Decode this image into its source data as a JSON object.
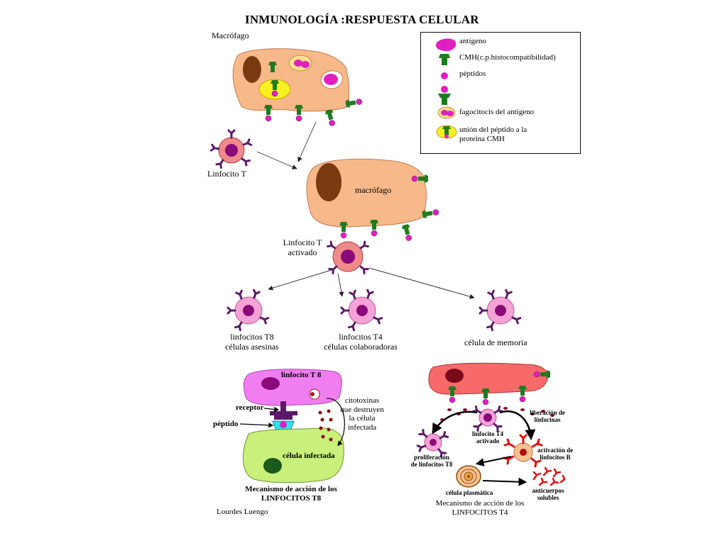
{
  "title": "INMUNOLOGÍA :RESPUESTA CELULAR",
  "labels": {
    "macrofago_top": "Macrófago",
    "linfocito_t": "Linfocito T",
    "macrofago_mid": "macrófago",
    "linfocito_t_activado_1": "Linfocito T",
    "linfocito_t_activado_2": "activado",
    "t8_1": "linfocitos T8",
    "t8_2": "células asesinas",
    "t4_1": "linfocitos T4",
    "t4_2": "células colaboradoras",
    "memoria": "célula de memoria",
    "author": "Lourdes Luengo"
  },
  "legend": [
    {
      "label": "antígeno"
    },
    {
      "label": "CMH(c.p.histocompatibilidad)"
    },
    {
      "label": "péptidos"
    },
    {
      "label": ""
    },
    {
      "label": "fagocitocis del antígeno"
    },
    {
      "label": "unión del péptido a la"
    },
    {
      "label": "proteina CMH"
    }
  ],
  "t8_mechanism": {
    "cell_label": "linfocito T 8",
    "receptor": "receptor",
    "peptido": "péptido",
    "cito_1": "citotoxinas",
    "cito_2": "que destruyen",
    "cito_3": "la célula",
    "cito_4": "infectada",
    "infected": "célula infectada",
    "caption_1": "Mecanismo de acción de los",
    "caption_2": "LINFOCITOS T8"
  },
  "t4_mechanism": {
    "liberacion_1": "liberación de",
    "liberacion_2": "linfocinas",
    "t4_1": "linfocito T4",
    "t4_2": "activado",
    "prolif_1": "proliferación",
    "prolif_2": "de linfocitos T8",
    "activ_1": "activación de",
    "activ_2": "linfocitos B",
    "plasma": "célula plasmática",
    "anti_1": "anticuerpos",
    "anti_2": "solubles",
    "caption_1": "Mecanismo de acción de los",
    "caption_2": "LINFOCITOS T4"
  },
  "colors": {
    "macrophage": "#f8b98a",
    "nucleus": "#7a3a10",
    "cmh": "#1f7a1f",
    "peptide": "#e020c0",
    "lymph_cytoplasm": "#f08a8a",
    "lymph_pink": "#f5a3d6",
    "lymph_nucleus": "#8a0a7a",
    "receptor": "#5a1a6a",
    "t8_cell": "#f07ef0",
    "infected": "#c8f07a",
    "t4_cell": "#f86a6a",
    "cyan": "#30e0f0"
  }
}
